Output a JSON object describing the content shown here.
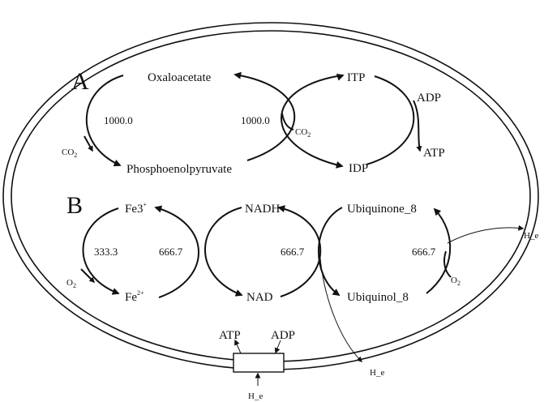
{
  "panels": {
    "a": "A",
    "b": "B"
  },
  "cycle_a": {
    "oxaloacetate": "Oxaloacetate",
    "pep": "Phosphoenolpyruvate",
    "flux_left": "1000.0",
    "flux_mid": "1000.0",
    "co2_left": "CO",
    "co2_left_sub": "2",
    "co2_mid": "CO",
    "co2_mid_sub": "2",
    "itp": "ITP",
    "idp": "IDP",
    "adp": "ADP",
    "atp": "ATP"
  },
  "cycle_b": {
    "fe3": "Fe3",
    "fe3_sup": "+",
    "fe2": "Fe",
    "fe2_sup": "2+",
    "o2_left": "O",
    "o2_left_sub": "2",
    "flux_1": "333.3",
    "flux_2": "666.7",
    "nadh": "NADH",
    "nad": "NAD",
    "flux_3": "666.7",
    "ubiquinone": "Ubiquinone_8",
    "ubiquinol": "Ubiquinol_8",
    "flux_4": "666.7",
    "o2_right": "O",
    "o2_right_sub": "2",
    "h_e_right": "H_e",
    "h_e_mid": "H_e"
  },
  "transporter": {
    "atp": "ATP",
    "adp": "ADP",
    "h_e": "H_e"
  }
}
